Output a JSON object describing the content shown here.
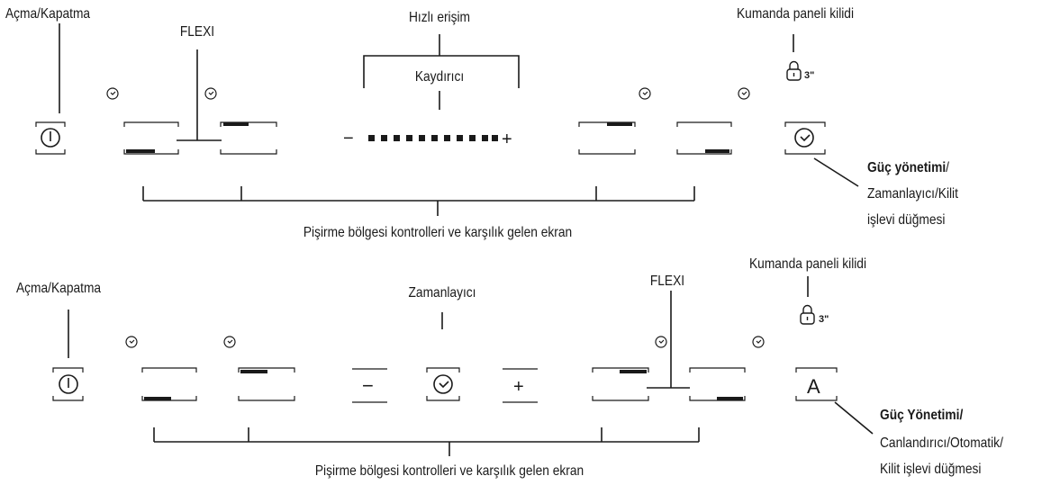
{
  "top_panel": {
    "onoff_label": "Açma/Kapatma",
    "flexi_label": "FLEXI",
    "quick_access_label": "Hızlı erişim",
    "slider_label": "Kaydırıcı",
    "panel_lock_label": "Kumanda paneli kilidi",
    "lock_time": "3\"",
    "slider_minus": "−",
    "slider_plus": "+",
    "zones_label": "Pişirme bölgesi kontrolleri ve karşılık gelen ekran",
    "power_bold": "Güç yönetimi",
    "power_rest": "/",
    "power_line2": "Zamanlayıcı/Kilit",
    "power_line3": "işlevi düğmesi"
  },
  "bottom_panel": {
    "onoff_label": "Açma/Kapatma",
    "timer_label": "Zamanlayıcı",
    "flexi_label": "FLEXI",
    "panel_lock_label": "Kumanda paneli kilidi",
    "lock_time": "3\"",
    "timer_minus": "−",
    "timer_plus": "+",
    "auto_key": "A",
    "zones_label": "Pişirme bölgesi kontrolleri ve karşılık gelen ekran",
    "power_bold": "Güç Yönetimi/",
    "power_line2": "Canlandırıcı/Otomatik/",
    "power_line3": "Kilit işlevi düğmesi"
  },
  "colors": {
    "line": "#1a1a1a",
    "key": "#555555"
  }
}
